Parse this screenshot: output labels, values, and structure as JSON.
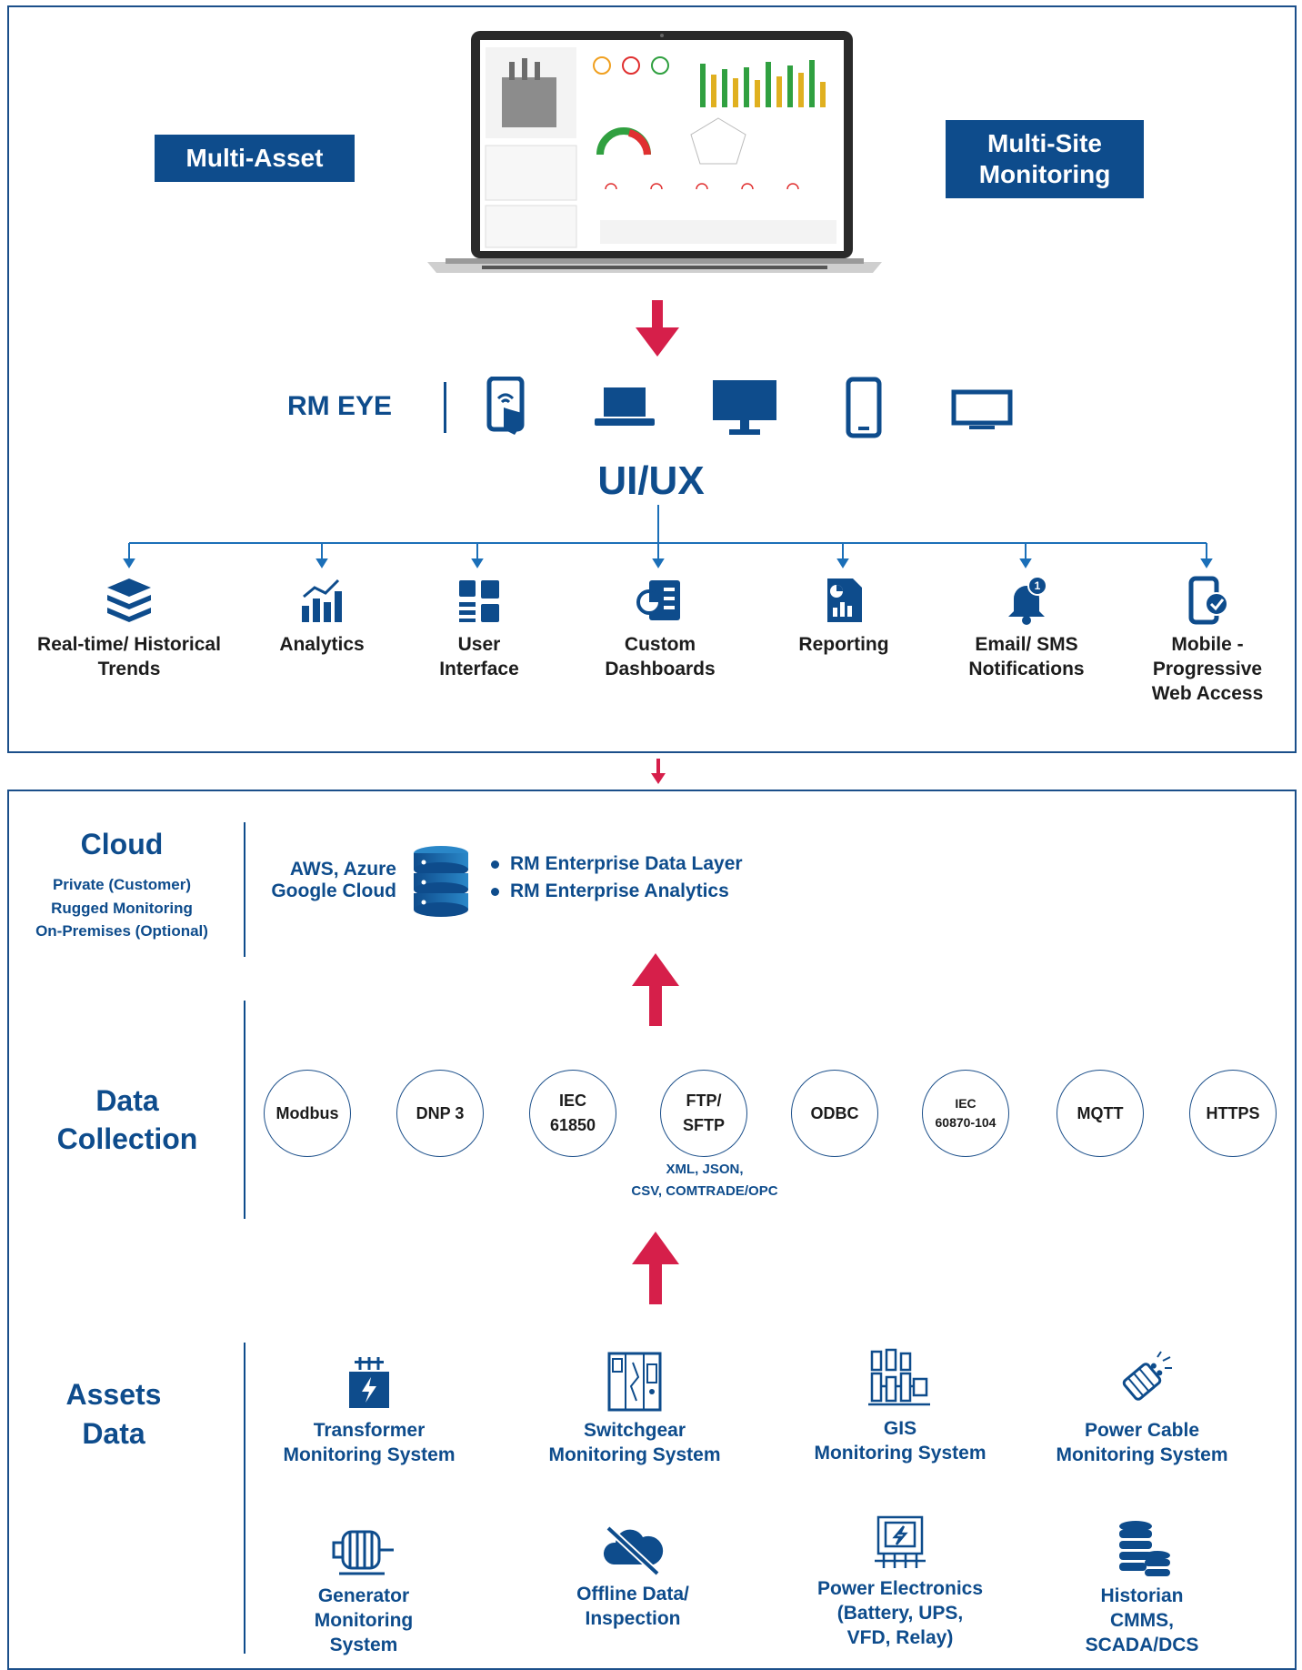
{
  "tags": {
    "multi_asset": "Multi-Asset",
    "multi_site": "Multi-Site\nMonitoring"
  },
  "brand": {
    "rm_eye": "RM EYE",
    "uiux": "UI/UX"
  },
  "device_icons": [
    "touch-tablet-icon",
    "laptop-icon",
    "desktop-monitor-icon",
    "smartphone-icon",
    "tv-display-icon"
  ],
  "features": [
    {
      "icon": "layers-stack-icon",
      "label": "Real-time/ Historical\nTrends"
    },
    {
      "icon": "analytics-chart-icon",
      "label": "Analytics"
    },
    {
      "icon": "grid-layout-icon",
      "label": "User\nInterface"
    },
    {
      "icon": "dashboard-report-icon",
      "label": "Custom\nDashboards"
    },
    {
      "icon": "report-document-icon",
      "label": "Reporting"
    },
    {
      "icon": "notification-bell-icon",
      "label": "Email/ SMS\nNotifications"
    },
    {
      "icon": "mobile-check-icon",
      "label": "Mobile -\nProgressive\nWeb Access"
    }
  ],
  "cloud": {
    "title": "Cloud",
    "subtitle": "Private (Customer)\nRugged Monitoring\nOn-Premises (Optional)",
    "providers": "AWS, Azure\nGoogle Cloud",
    "bullets": [
      "RM Enterprise Data Layer",
      "RM Enterprise Analytics"
    ]
  },
  "data_collection": {
    "title": "Data\nCollection",
    "protocols": [
      "Modbus",
      "DNP 3",
      "IEC\n61850",
      "FTP/\nSFTP",
      "ODBC",
      "IEC\n60870-104",
      "MQTT",
      "HTTPS"
    ],
    "formats": "XML, JSON,\nCSV, COMTRADE/OPC"
  },
  "assets": {
    "title": "Assets\nData",
    "items": [
      {
        "icon": "transformer-icon",
        "label": "Transformer\nMonitoring System"
      },
      {
        "icon": "switchgear-icon",
        "label": "Switchgear\nMonitoring System"
      },
      {
        "icon": "gis-icon",
        "label": "GIS\nMonitoring System"
      },
      {
        "icon": "power-cable-icon",
        "label": "Power Cable\nMonitoring System"
      },
      {
        "icon": "generator-icon",
        "label": "Generator\nMonitoring\nSystem"
      },
      {
        "icon": "offline-cloud-icon",
        "label": "Offline Data/\nInspection"
      },
      {
        "icon": "power-electronics-icon",
        "label": "Power Electronics\n(Battery, UPS,\nVFD, Relay)"
      },
      {
        "icon": "historian-database-icon",
        "label": "Historian\nCMMS,\nSCADA/DCS"
      }
    ]
  },
  "colors": {
    "navy": "#0e4c8c",
    "arrow_red": "#d61f4a",
    "line_blue": "#1b6fb8"
  }
}
